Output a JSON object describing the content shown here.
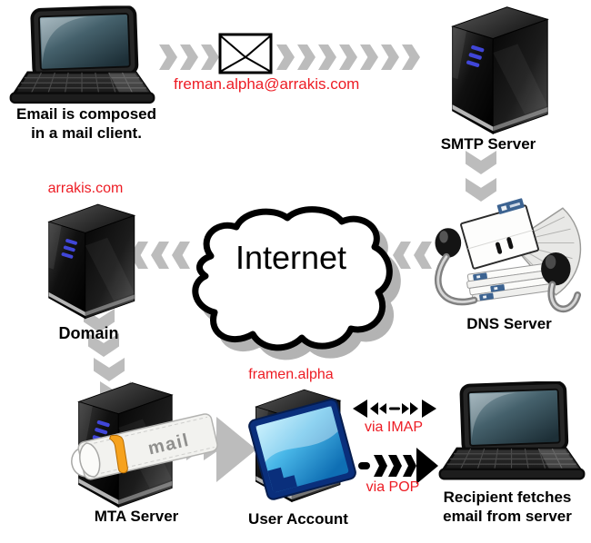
{
  "colors": {
    "red": "#ed1c24",
    "arrow_gray": "#bcbcbc",
    "led_blue": "#4046d8",
    "folder_blue": "#49b7e8",
    "flag_orange": "#f6a21d",
    "tab_blue": "#3c6391"
  },
  "nodes": {
    "sender_laptop": {
      "caption": [
        "Email is composed",
        "in a mail client."
      ]
    },
    "envelope": {
      "address": "freman.alpha@arrakis.com"
    },
    "smtp_server": {
      "label": "SMTP Server"
    },
    "dns_server": {
      "label": "DNS Server"
    },
    "internet_cloud": {
      "label": "Internet"
    },
    "domain_server": {
      "label": "Domain",
      "domain_name": "arrakis.com"
    },
    "mta_server": {
      "label": "MTA Server",
      "slot_text": "mail"
    },
    "user_account": {
      "label": "User Account",
      "account_name": "framen.alpha"
    },
    "recipient_laptop": {
      "caption": [
        "Recipient fetches",
        "email from server"
      ]
    },
    "imap_link": {
      "label": "via IMAP"
    },
    "pop_link": {
      "label": "via POP"
    }
  }
}
